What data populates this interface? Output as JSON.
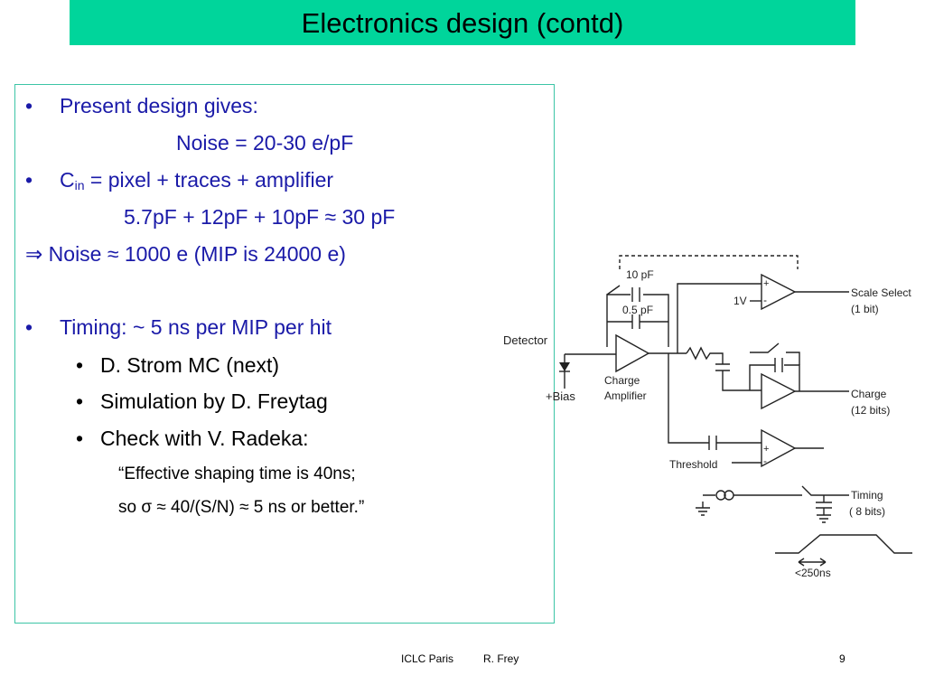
{
  "slide": {
    "title": "Electronics design (contd)",
    "bullet_glyph": "•",
    "lines": {
      "present_design": "Present design gives:",
      "noise_value": "Noise = 20-30 e/pF",
      "cin_main": "C",
      "cin_sub": "in",
      "cin_rest": " = pixel + traces + amplifier",
      "cap_sum": "5.7pF + 12pF + 10pF ≈ 30 pF",
      "implies_arrow": "⇒",
      "noise_result": " Noise ≈ 1000 e  (MIP is 24000 e)",
      "timing": "Timing: ~ 5 ns per MIP per hit",
      "sub_strom": "D. Strom MC (next)",
      "sub_sim": "Simulation by D. Freytag",
      "sub_check": "Check with V. Radeka:",
      "quote1": "“Effective shaping time is 40ns;",
      "quote2": "so  σ ≈ 40/(S/N) ≈ 5 ns or better.”"
    }
  },
  "circuit": {
    "labels": {
      "detector": "Detector",
      "bias": "+Bias",
      "cap_10pf": "10 pF",
      "cap_05pf": "0.5 pF",
      "charge_amp_1": "Charge",
      "charge_amp_2": "Amplifier",
      "ref_1v": "1V",
      "scale_select": "Scale Select",
      "scale_bits": "(1 bit)",
      "charge": "Charge",
      "charge_bits": "(12 bits)",
      "threshold": "Threshold",
      "timing": "Timing",
      "timing_bits": "( 8 bits)",
      "pulse_width": "<250ns",
      "plus": "+",
      "minus": "-"
    }
  },
  "footer": {
    "conference": "ICLC Paris",
    "author": "R. Frey",
    "page_number": "9"
  }
}
